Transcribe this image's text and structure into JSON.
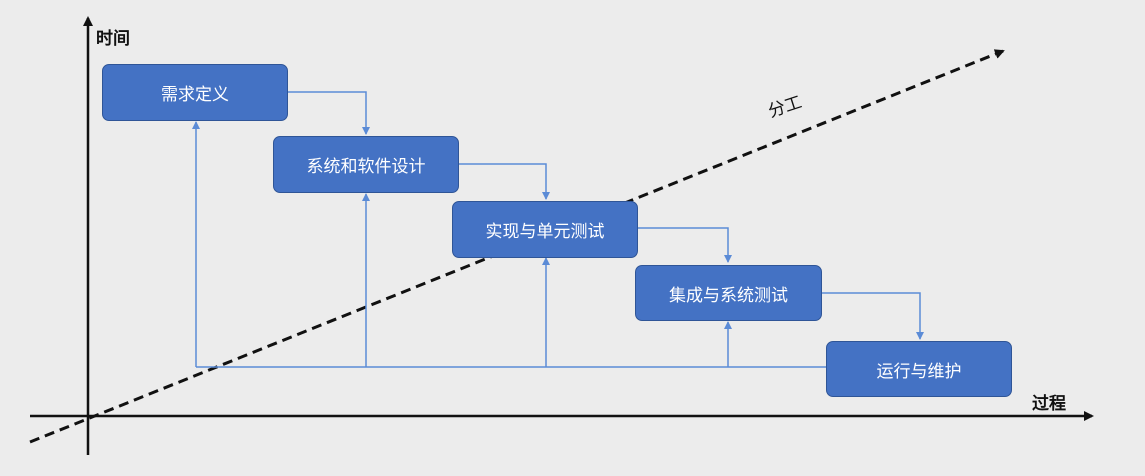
{
  "axes": {
    "y_label": "时间",
    "x_label": "过程"
  },
  "diagonal": {
    "label": "分工"
  },
  "stages": [
    {
      "label": "需求定义"
    },
    {
      "label": "系统和软件设计"
    },
    {
      "label": "实现与单元测试"
    },
    {
      "label": "集成与系统测试"
    },
    {
      "label": "运行与维护"
    }
  ],
  "colors": {
    "box_fill": "#4472c4",
    "box_border": "#2f5597",
    "connector": "#5b8bd6",
    "axis": "#111111",
    "background": "#ececec"
  }
}
